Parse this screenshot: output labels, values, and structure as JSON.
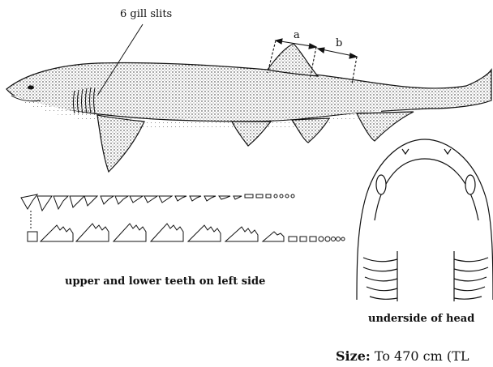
{
  "labels": {
    "gill_slits": "6 gill slits",
    "dimension_a": "a",
    "dimension_b": "b",
    "teeth_caption": "upper and lower teeth on left side",
    "head_caption": "underside of head"
  },
  "size": {
    "label": "Size:",
    "value": "To 470 cm (TL"
  },
  "colors": {
    "ink": "#111111",
    "background": "#ffffff"
  },
  "icons": {
    "shark_body": "sixgill-shark-side-view",
    "teeth": "tooth-row-diagram",
    "head": "shark-head-ventral-view"
  }
}
